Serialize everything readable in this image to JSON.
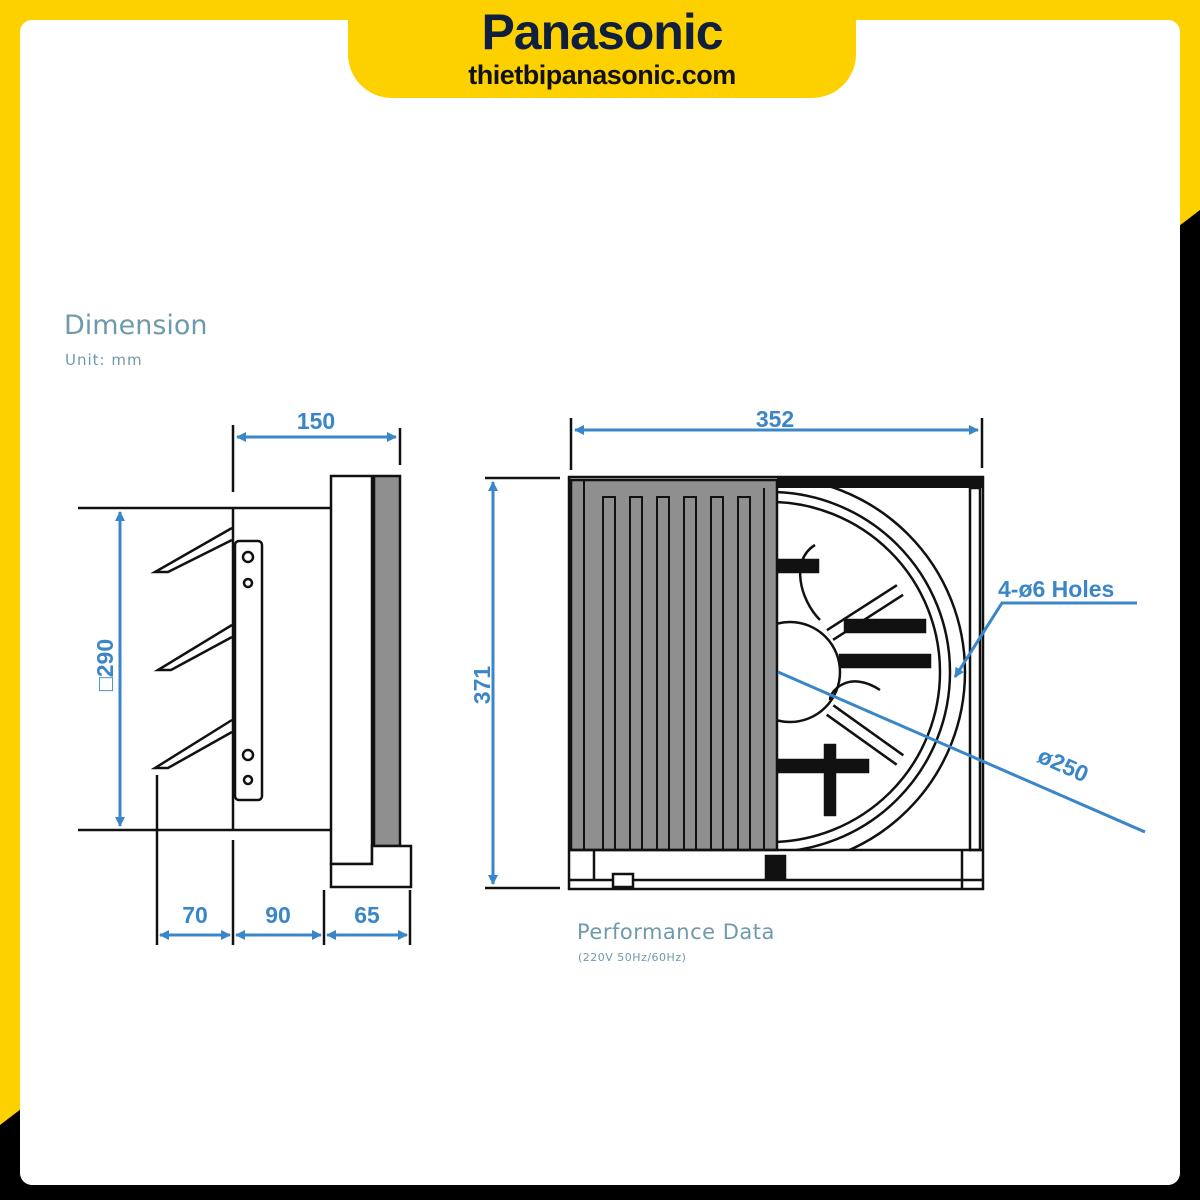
{
  "brand": {
    "logo": "Panasonic",
    "website": "thietbipanasonic.com"
  },
  "dimension": {
    "title": "Dimension",
    "unit": "Unit: mm"
  },
  "side_view": {
    "width_total": "150",
    "height": "□290",
    "depth_a": "70",
    "depth_b": "90",
    "depth_c": "65"
  },
  "front_view": {
    "width": "352",
    "height": "371",
    "holes": "4-ø6 Holes",
    "diameter": "ø250"
  },
  "performance": {
    "title": "Performance Data",
    "power": "(220V 50Hz/60Hz)"
  },
  "colors": {
    "yellow": "#fdd000",
    "navy": "#0f1f3c",
    "dimension_blue": "#3a86c8",
    "label_gray": "#6f9aac",
    "grille_gray": "#8f8f8f"
  }
}
